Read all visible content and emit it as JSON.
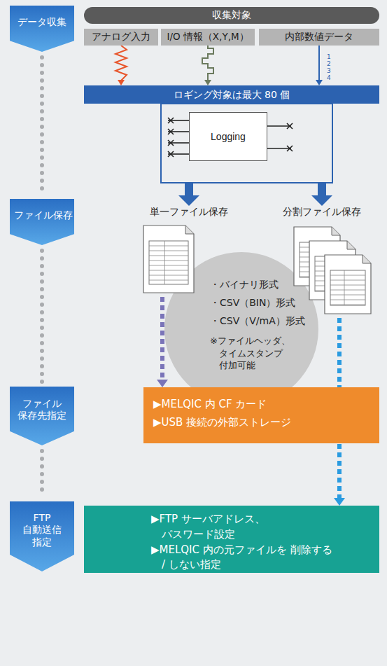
{
  "diagram": {
    "nodes": [
      {
        "text": [
          "データ収集"
        ]
      },
      {
        "text": [
          "ファイル保存"
        ]
      },
      {
        "text": [
          "ファイル 保存先指定"
        ]
      },
      {
        "text": [
          "FTP 自動送信 指定"
        ]
      },
      {
        "text": [
          "収集対象"
        ]
      },
      {
        "text": [
          "アナログ入力"
        ]
      },
      {
        "text": [
          "I/O 情報（X,Y,M）"
        ]
      },
      {
        "text": [
          "内部数値データ"
        ]
      },
      {
        "text": [
          "ロギング対象は最大 80 個"
        ]
      },
      {
        "text": [
          "Logging"
        ],
        "in": 8
      },
      {
        "text": [
          "単一ファイル保存"
        ]
      },
      {
        "text": [
          "分割ファイル保存"
        ]
      },
      {
        "text": [
          "・バイナリ形式",
          "・CSV（BIN）形式",
          "・CSV（V/mA）形式",
          "※ファイルヘッダ、 タイムスタンプ 付加可能"
        ]
      },
      {
        "text": [
          "▶MELQIC 内 CF カード",
          "▶USB 接続の外部ストレージ"
        ]
      },
      {
        "text": [
          "▶FTP サーバアドレス、 パスワード設定",
          "▶MELQIC 内の元ファイルを 削除する / しない指定"
        ]
      }
    ],
    "edges": [
      {
        "from": 0,
        "to": 1,
        "arrow": "none"
      },
      {
        "from": 1,
        "to": 2,
        "arrow": "none"
      },
      {
        "from": 2,
        "to": 3,
        "arrow": "none"
      },
      {
        "from": 5,
        "to": 8,
        "arrow": "to"
      },
      {
        "from": 6,
        "to": 8,
        "arrow": "to"
      },
      {
        "from": 7,
        "to": 8,
        "arrow": "to"
      },
      {
        "from": 8,
        "to": 10,
        "arrow": "to"
      },
      {
        "from": 8,
        "to": 11,
        "arrow": "to"
      },
      {
        "from": 10,
        "to": 13,
        "arrow": "to"
      },
      {
        "from": 11,
        "to": 14,
        "arrow": "to"
      }
    ],
    "labels": [
      "1",
      "2",
      "3",
      "4"
    ]
  }
}
